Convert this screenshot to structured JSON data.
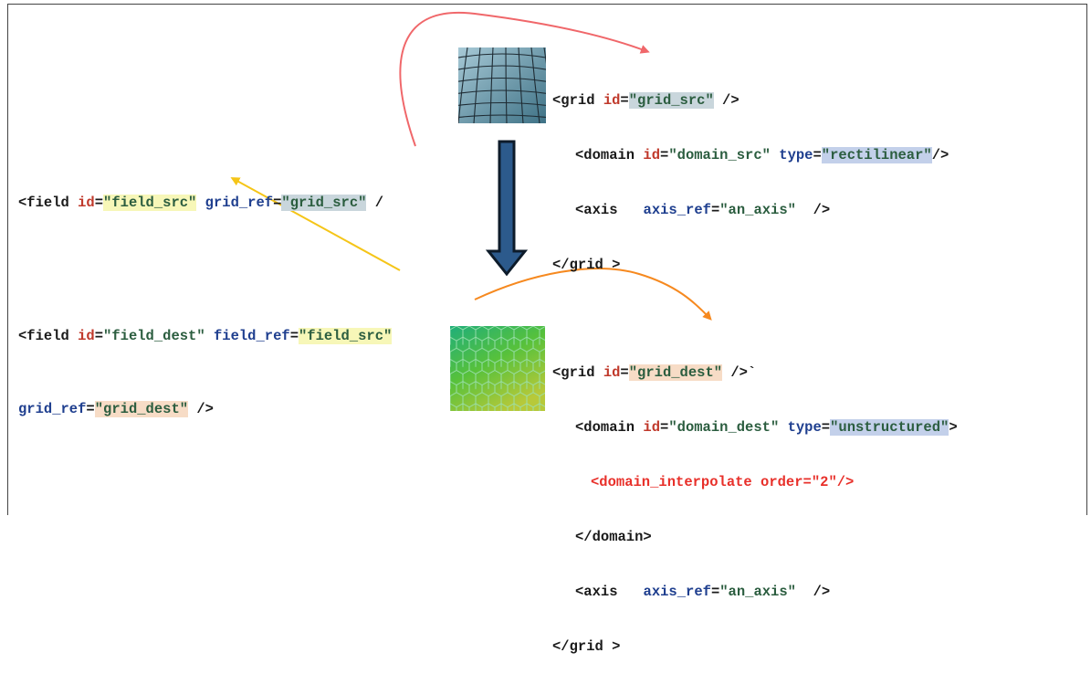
{
  "top_grid": {
    "line1": {
      "open": "<grid ",
      "attr": "id",
      "eq": "=",
      "value": "\"grid_src\"",
      "close": " />"
    },
    "line2": {
      "open": "<domain ",
      "attr1": "id",
      "eq1": "=",
      "value1": "\"domain_src\"",
      "attr2": " type",
      "eq2": "=",
      "value2": "\"rectilinear\"",
      "close": "/>"
    },
    "line3": {
      "open": "<axis",
      "attr": "axis_ref",
      "eq": "=",
      "value": "\"an_axis\"",
      "close": "  />"
    },
    "line4": "</grid >"
  },
  "field_src": {
    "open": "<field ",
    "attr1": "id",
    "eq1": "=",
    "value1": "\"field_src\"",
    "attr2": " grid_ref",
    "eq2": "=",
    "value2": "\"grid_src\"",
    "close": " /"
  },
  "field_dest": {
    "open": "<field ",
    "attr1": "id",
    "eq1": "=",
    "value1": "\"field_dest\"",
    "attr2": " field_ref",
    "eq2": "=",
    "value2": "\"field_src\"",
    "line2_attr": "grid_ref",
    "line2_eq": "=",
    "line2_value": "\"grid_dest\"",
    "line2_close": " />"
  },
  "bottom_grid": {
    "line1": {
      "open": "<grid ",
      "attr": "id",
      "eq": "=",
      "value": "\"grid_dest\"",
      "close": " />`"
    },
    "line2": {
      "open": "<domain ",
      "attr1": "id",
      "eq1": "=",
      "value1": "\"domain_dest\"",
      "attr2": " type",
      "eq2": "=",
      "value2": "\"unstructured\"",
      "close": ">"
    },
    "line3": "<domain_interpolate order=\"2\"/>",
    "line4": "</domain>",
    "line5": {
      "open": "<axis",
      "attr": "axis_ref",
      "eq": "=",
      "value": "\"an_axis\"",
      "close": "  />"
    },
    "line6": "</grid >"
  },
  "colors": {
    "arrow_red": "#f0676a",
    "arrow_yellow": "#f5c518",
    "arrow_orange": "#f6891f",
    "arrow_blue": "#2c5a8c",
    "rect_grid": "#6f9fb0",
    "hex_grid": "#4caf50"
  }
}
